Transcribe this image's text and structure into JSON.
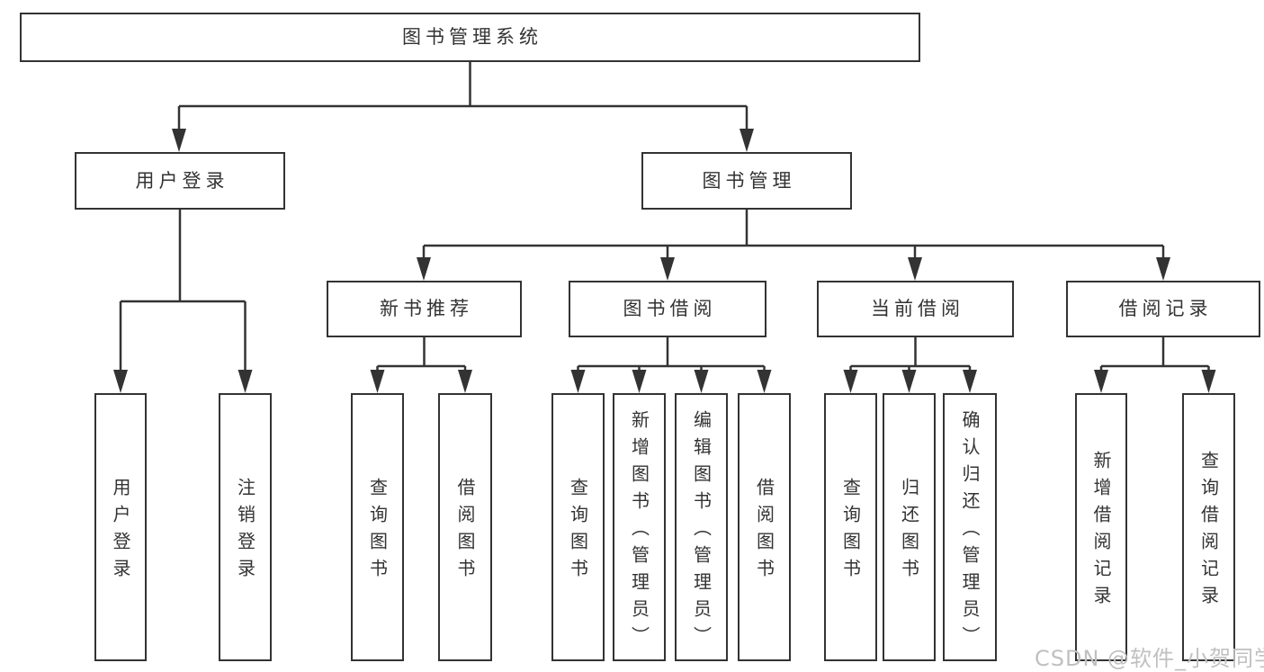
{
  "diagram": {
    "root": {
      "label": "图书管理系统"
    },
    "level2": [
      {
        "label": "用户登录"
      },
      {
        "label": "图书管理"
      }
    ],
    "level3": [
      {
        "label": "新书推荐"
      },
      {
        "label": "图书借阅"
      },
      {
        "label": "当前借阅"
      },
      {
        "label": "借阅记录"
      }
    ],
    "leaves": [
      {
        "label": "用户登录",
        "parent": "用户登录"
      },
      {
        "label": "注销登录",
        "parent": "用户登录"
      },
      {
        "label": "查询图书",
        "parent": "新书推荐"
      },
      {
        "label": "借阅图书",
        "parent": "新书推荐"
      },
      {
        "label": "查询图书",
        "parent": "图书借阅"
      },
      {
        "label": "新增图书（管理员）",
        "parent": "图书借阅"
      },
      {
        "label": "编辑图书（管理员）",
        "parent": "图书借阅"
      },
      {
        "label": "借阅图书",
        "parent": "图书借阅"
      },
      {
        "label": "查询图书",
        "parent": "当前借阅"
      },
      {
        "label": "归还图书",
        "parent": "当前借阅"
      },
      {
        "label": "确认归还（管理员）",
        "parent": "当前借阅"
      },
      {
        "label": "新增借阅记录",
        "parent": "借阅记录"
      },
      {
        "label": "查询借阅记录",
        "parent": "借阅记录"
      }
    ],
    "colors": {
      "line": "#333333",
      "text": "#333333",
      "box_bg": "#ffffff"
    }
  },
  "watermark": {
    "text": "CSDN @软件_小贺同学",
    "color": "#c0c0c0"
  }
}
